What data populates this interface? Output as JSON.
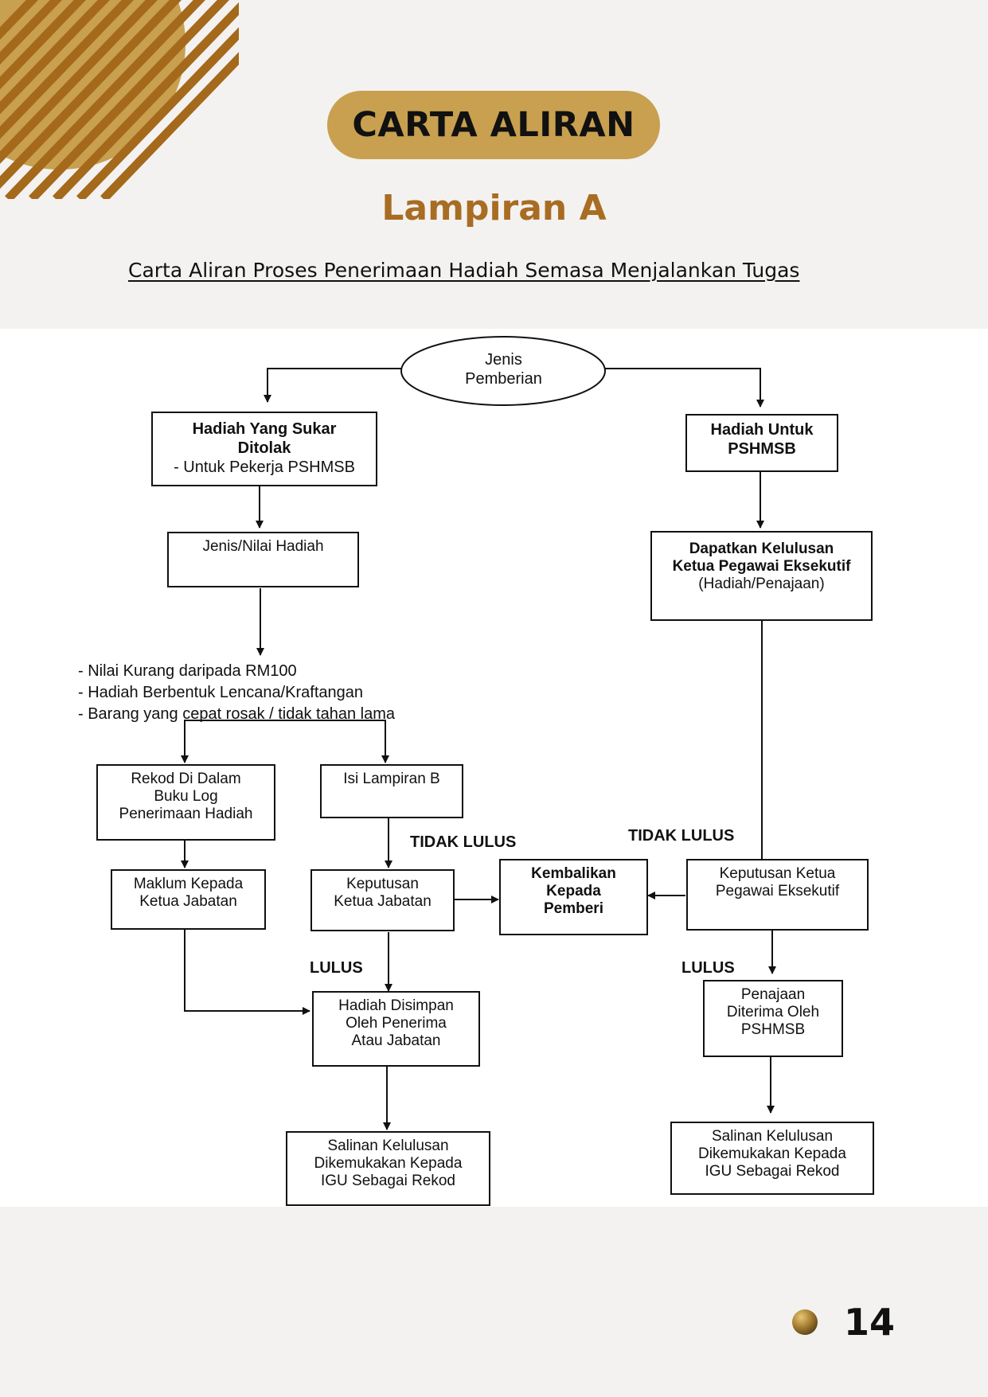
{
  "header": {
    "badge": "CARTA ALIRAN",
    "subtitle": "Lampiran A",
    "caption": "Carta Aliran Proses Penerimaan Hadiah Semasa Menjalankan Tugas"
  },
  "colors": {
    "accent_gold": "#c8a04f",
    "subtitle_brown": "#a86c22",
    "stripe_brown": "#a5691b",
    "background": "#f3f2f0"
  },
  "flowchart": {
    "start": [
      "Jenis",
      "Pemberian"
    ],
    "left_top": [
      "Hadiah Yang Sukar",
      "Ditolak"
    ],
    "left_top_sub": "- Untuk Pekerja PSHMSB",
    "jenis_nilai": "Jenis/Nilai Hadiah",
    "criteria": [
      "Nilai Kurang  daripada RM100",
      "Hadiah Berbentuk  Lencana/Kraftangan",
      "Barang yang cepat rosak / tidak tahan lama"
    ],
    "rekod": [
      "Rekod Di Dalam",
      "Buku Log",
      "Penerimaan Hadiah"
    ],
    "isi_lampiran": "Isi Lampiran B",
    "maklum": [
      "Maklum Kepada",
      "Ketua Jabatan"
    ],
    "keputusan_jabatan": [
      "Keputusan",
      "Ketua Jabatan"
    ],
    "kembalikan": [
      "Kembalikan",
      "Kepada",
      "Pemberi"
    ],
    "tidak_lulus_left": "TIDAK LULUS",
    "tidak_lulus_right": "TIDAK LULUS",
    "lulus_left": "LULUS",
    "lulus_right": "LULUS",
    "hadiah_disimpan": [
      "Hadiah Disimpan",
      "Oleh Penerima",
      "Atau Jabatan"
    ],
    "salinan_left": [
      "Salinan Kelulusan",
      "Dikemukakan Kepada",
      "IGU Sebagai Rekod"
    ],
    "right_top": [
      "Hadiah Untuk",
      "PSHMSB"
    ],
    "dapatkan": [
      "Dapatkan Kelulusan",
      "Ketua Pegawai Eksekutif"
    ],
    "dapatkan_sub": "(Hadiah/Penajaan)",
    "keputusan_ceo": [
      "Keputusan Ketua",
      "Pegawai Eksekutif"
    ],
    "penajaan": [
      "Penajaan",
      "Diterima Oleh",
      "PSHMSB"
    ],
    "salinan_right": [
      "Salinan Kelulusan",
      "Dikemukakan Kepada",
      "IGU Sebagai Rekod"
    ]
  },
  "footer": {
    "page_number": "14",
    "bullet_icon": "gold-sphere-icon"
  }
}
